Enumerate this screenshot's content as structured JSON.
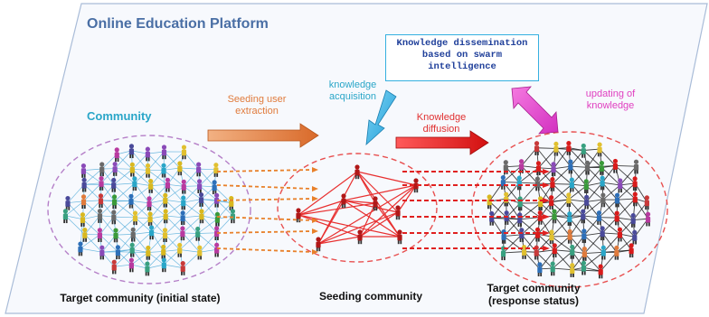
{
  "platform_title": "Online Education Platform",
  "community_title": "Community",
  "swarm_box": {
    "line1": "Knowledge dissemination",
    "line2": "based on swarm",
    "line3": "intelligence"
  },
  "arrows": {
    "seeding_line1": "Seeding user",
    "seeding_line2": "extraction",
    "acquisition_line1": "knowledge",
    "acquisition_line2": "acquisition",
    "diffusion_line1": "Knowledge",
    "diffusion_line2": "diffusion",
    "updating_line1": "updating of",
    "updating_line2": "knowledge"
  },
  "captions": {
    "left": "Target community (initial state)",
    "middle": "Seeding community",
    "right_line1": "Target community",
    "right_line2": "(response status)"
  },
  "colors": {
    "panel_border": "#a9bcd8",
    "panel_fill": "#f7f9fd",
    "title_blue": "#4a6fa5",
    "community_cyan": "#2aa6c8",
    "seed_orange": "#e07b3c",
    "acq_blue": "#35b0e0",
    "diffusion_red": "#e52020",
    "update_magenta": "#e040c0",
    "left_ellipse": "#b57fc8",
    "right_ellipse": "#e85050",
    "mid_ellipse": "#e85050",
    "left_edges": "#4aa8d8",
    "mid_edges": "#e83030",
    "right_edges": "#111111",
    "dotted_orange": "#e8802a",
    "dotted_red": "#e02020"
  }
}
